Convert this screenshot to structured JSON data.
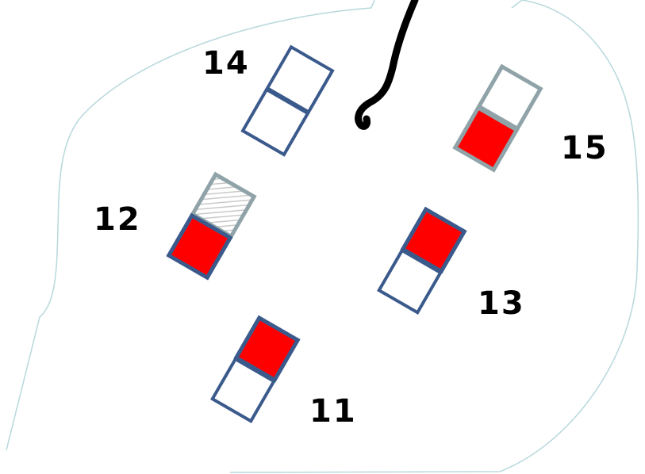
{
  "colors": {
    "outline": "#3b5a8c",
    "outline_gray": "#8fa3a8",
    "fill_red": "#ff0000",
    "boundary": "#b8d8dc",
    "stroke": "#000000"
  },
  "units": [
    {
      "id": "14",
      "label": "14",
      "top_fill": "empty",
      "bottom_fill": "empty",
      "outline": "blue"
    },
    {
      "id": "15",
      "label": "15",
      "top_fill": "empty",
      "bottom_fill": "red",
      "outline": "gray"
    },
    {
      "id": "12",
      "label": "12",
      "top_fill": "hatched",
      "bottom_fill": "red",
      "outline": "gray-top"
    },
    {
      "id": "13",
      "label": "13",
      "top_fill": "red",
      "bottom_fill": "empty",
      "outline": "blue"
    },
    {
      "id": "11",
      "label": "11",
      "top_fill": "red",
      "bottom_fill": "empty",
      "outline": "blue"
    }
  ]
}
